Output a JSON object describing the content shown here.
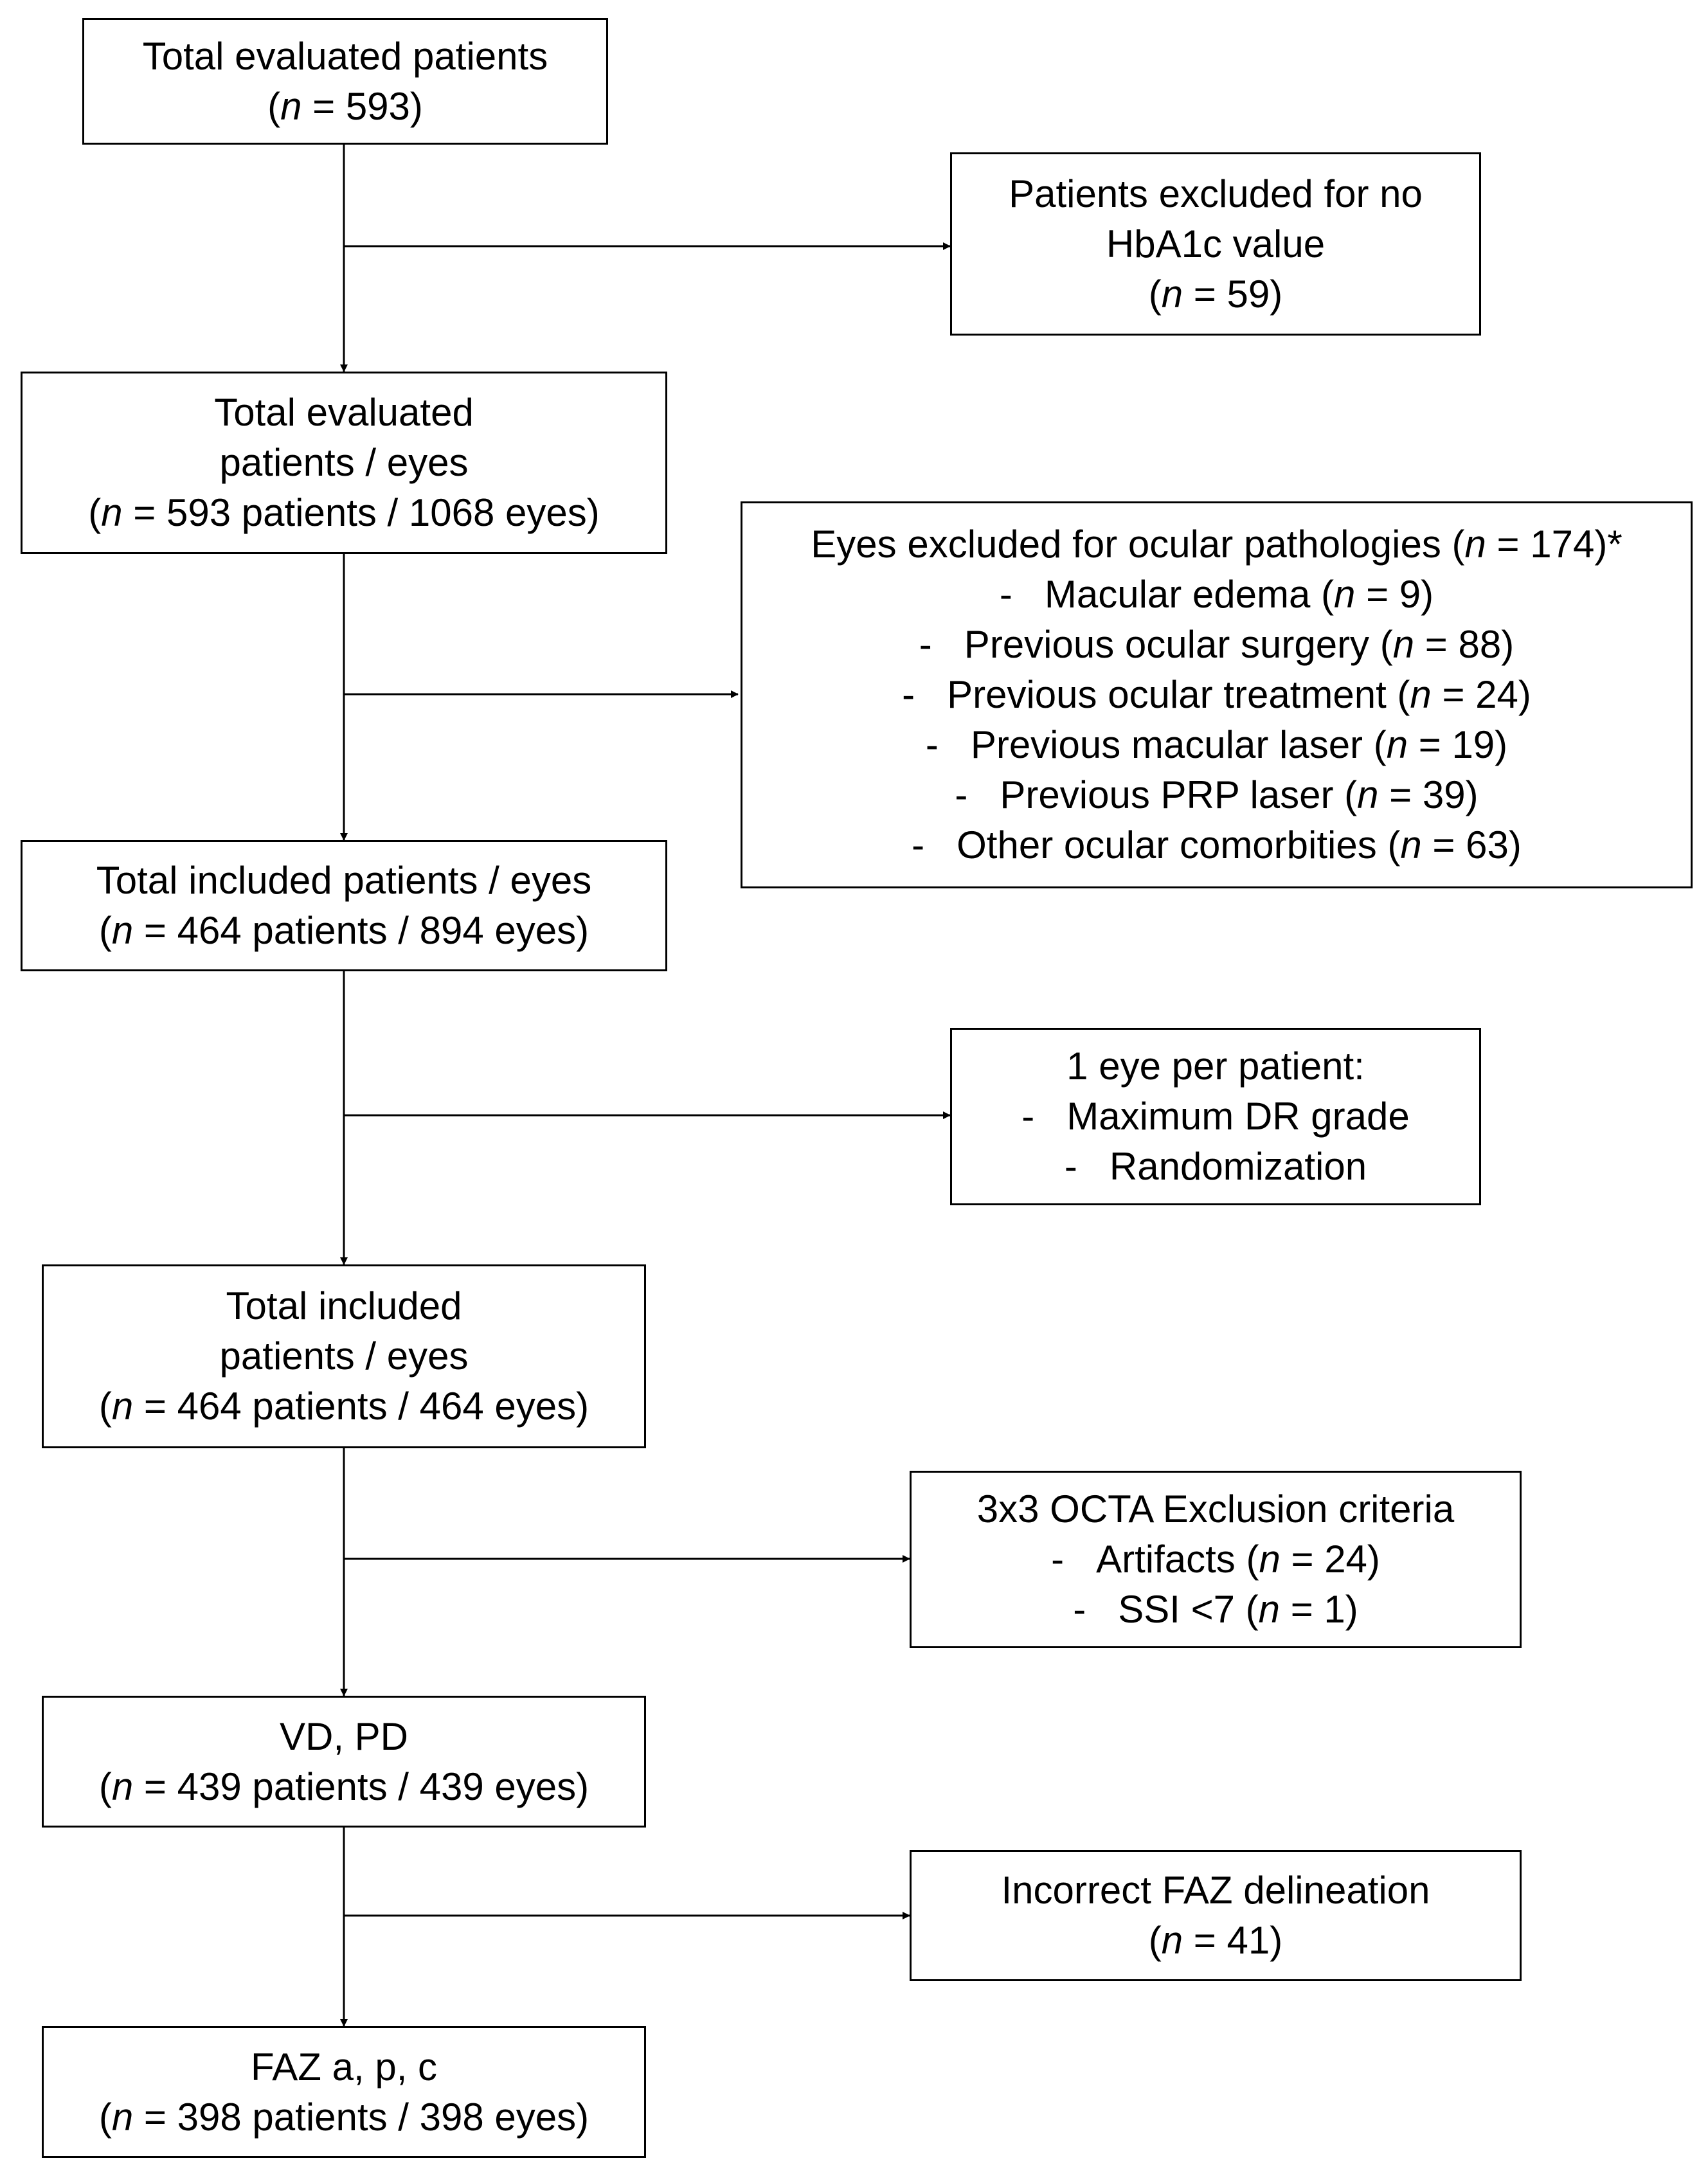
{
  "diagram": {
    "main_boxes": [
      {
        "id": "b1",
        "lines": [
          "Total evaluated patients",
          "(n = 593)"
        ]
      },
      {
        "id": "b2",
        "lines": [
          "Total evaluated",
          "patients / eyes",
          "(n = 593 patients / 1068 eyes)"
        ]
      },
      {
        "id": "b3",
        "lines": [
          "Total included patients / eyes",
          "(n = 464 patients / 894 eyes)"
        ]
      },
      {
        "id": "b4",
        "lines": [
          "Total included",
          "patients / eyes",
          "(n = 464 patients / 464 eyes)"
        ]
      },
      {
        "id": "b5",
        "lines": [
          "VD, PD",
          "(n = 439 patients / 439 eyes)"
        ]
      },
      {
        "id": "b6",
        "lines": [
          "FAZ a, p, c",
          "(n = 398 patients / 398 eyes)"
        ]
      }
    ],
    "side_boxes": [
      {
        "id": "s1",
        "header": [
          "Patients excluded for no",
          "HbA1c value",
          "(n = 59)"
        ],
        "items": []
      },
      {
        "id": "s2",
        "header": [
          "Eyes excluded for ocular pathologies (n = 174)*"
        ],
        "items": [
          "Macular edema (n = 9)",
          "Previous ocular surgery (n = 88)",
          "Previous ocular treatment (n = 24)",
          "Previous macular laser (n = 19)",
          "Previous PRP laser (n = 39)",
          "Other ocular comorbities (n = 63)"
        ]
      },
      {
        "id": "s3",
        "header": [
          "1 eye per patient:"
        ],
        "items": [
          "Maximum DR grade",
          "Randomization"
        ]
      },
      {
        "id": "s4",
        "header": [
          "3x3 OCTA Exclusion criteria"
        ],
        "items": [
          "Artifacts (n = 24)",
          "SSI <7 (n = 1)"
        ]
      },
      {
        "id": "s5",
        "header": [
          "Incorrect FAZ delineation",
          "(n = 41)"
        ],
        "items": []
      }
    ]
  }
}
